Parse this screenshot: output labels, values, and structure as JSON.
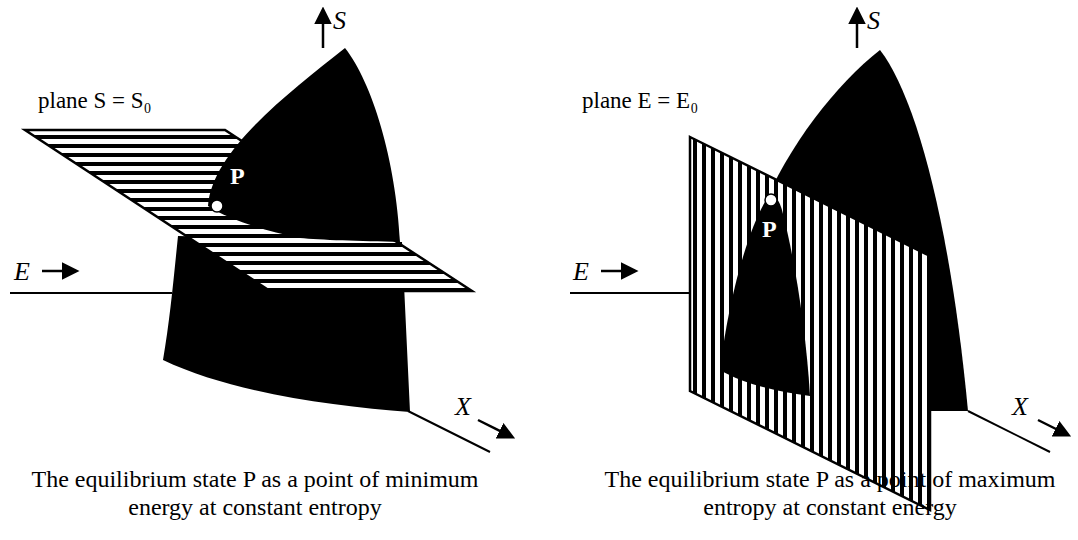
{
  "diagram": {
    "labels": [
      "S",
      "plane S = S₀",
      "P",
      "E",
      "X",
      "S",
      "plane E = E₀",
      "P",
      "E",
      "X",
      "The equilibrium state P as a point of minimum energy at constant entropy",
      "The equilibrium state P as a point of maximum entropy at constant energy"
    ]
  }
}
